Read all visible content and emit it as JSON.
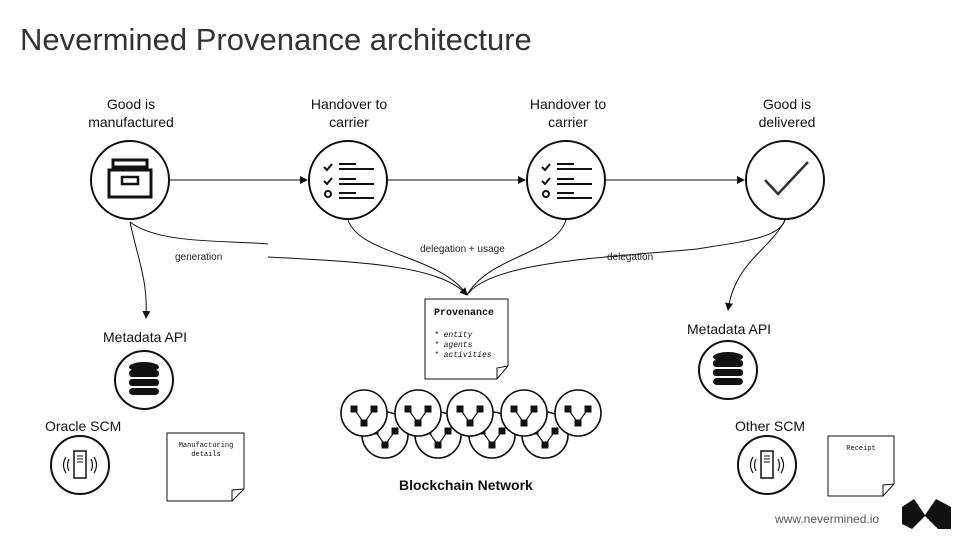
{
  "title": "Nevermined Provenance architecture",
  "stages": [
    {
      "line1": "Good is",
      "line2": "manufactured",
      "icon": "archive-box-icon"
    },
    {
      "line1": "Handover to",
      "line2": "carrier",
      "icon": "checklist-icon"
    },
    {
      "line1": "Handover to",
      "line2": "carrier",
      "icon": "checklist-icon"
    },
    {
      "line1": "Good is",
      "line2": "delivered",
      "icon": "checkmark-icon"
    }
  ],
  "edge_labels": {
    "generation": "generation",
    "delegation_usage": "delegation + usage",
    "delegation": "delegation"
  },
  "provenance": {
    "title": "Provenance",
    "items": [
      "* entity",
      "* agents",
      "* activities"
    ]
  },
  "left": {
    "metadata_api": "Metadata API",
    "scm": "Oracle SCM",
    "doc": "Manufacturing details"
  },
  "right": {
    "metadata_api": "Metadata API",
    "scm": "Other SCM",
    "doc": "Receipt"
  },
  "blockchain_label": "Blockchain Network",
  "footer": "www.nevermined.io"
}
